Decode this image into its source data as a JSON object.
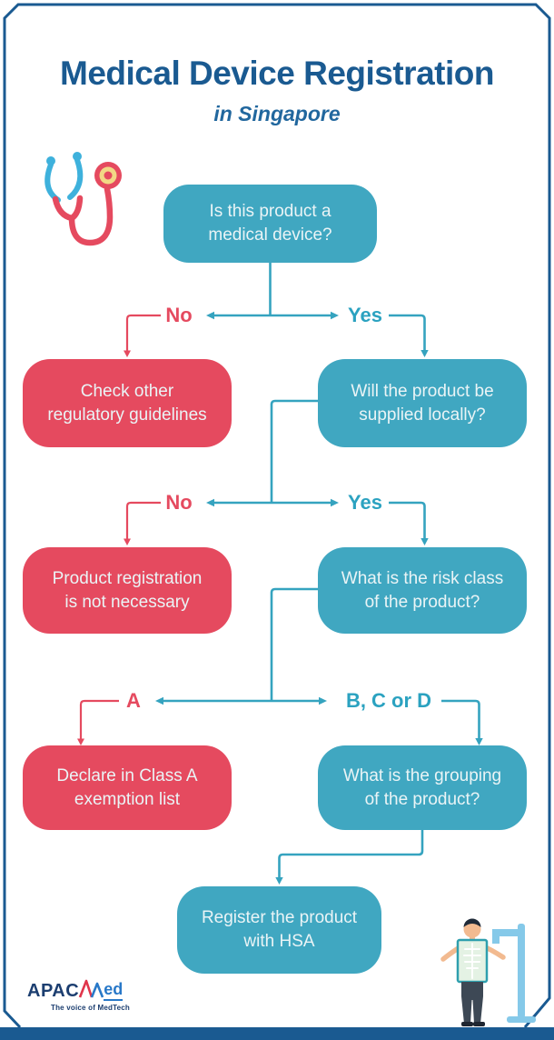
{
  "header": {
    "title": "Medical Device Registration",
    "subtitle": "in Singapore"
  },
  "flowchart": {
    "q1": {
      "line1": "Is this product a",
      "line2": "medical device?"
    },
    "branch1": {
      "no": "No",
      "yes": "Yes"
    },
    "no1_result": {
      "line1": "Check other",
      "line2": "regulatory guidelines"
    },
    "q2": {
      "line1": "Will the product be",
      "line2": "supplied locally?"
    },
    "branch2": {
      "no": "No",
      "yes": "Yes"
    },
    "no2_result": {
      "line1": "Product registration",
      "line2": "is not necessary"
    },
    "q3": {
      "line1": "What is the risk class",
      "line2": "of the product?"
    },
    "branch3": {
      "left": "A",
      "right": "B, C or D"
    },
    "a_result": {
      "line1": "Declare in Class A",
      "line2": "exemption list"
    },
    "q4": {
      "line1": "What is the grouping",
      "line2": "of the product?"
    },
    "final": {
      "line1": "Register the product",
      "line2": "with HSA"
    }
  },
  "footer": {
    "logo_prefix": "APAC",
    "logo_suffix": "ed",
    "tagline": "The voice of MedTech"
  },
  "icons": {
    "stethoscope": "stethoscope-icon",
    "heartbeat": "heartbeat-icon",
    "xray_scan": "xray-scan-illustration"
  },
  "colors": {
    "navy": "#1A5A91",
    "teal_box": "#40A7C1",
    "teal_accent": "#2BA2C0",
    "teal_line": "#35A3BF",
    "red": "#E54A5F",
    "box_text": "#EAF4F6",
    "logo_navy": "#1C3E70",
    "logo_blue": "#2878C8"
  }
}
